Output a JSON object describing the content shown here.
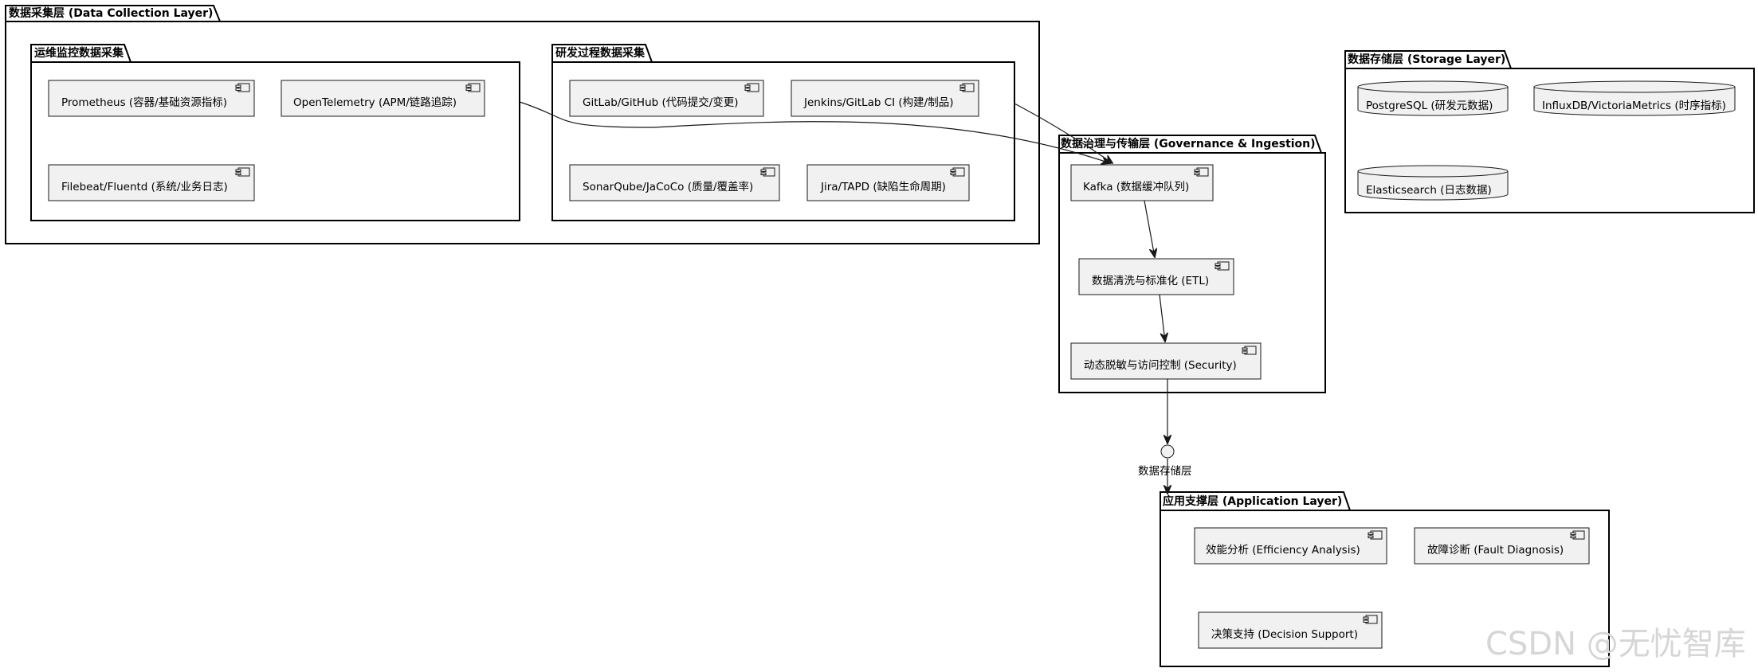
{
  "packages": {
    "collection": {
      "title": "数据采集层 (Data Collection Layer)"
    },
    "ops": {
      "title": "运维监控数据采集"
    },
    "dev": {
      "title": "研发过程数据采集"
    },
    "governance": {
      "title": "数据治理与传输层 (Governance & Ingestion)"
    },
    "storage": {
      "title": "数据存储层 (Storage Layer)"
    },
    "application": {
      "title": "应用支撑层 (Application Layer)"
    }
  },
  "components": {
    "prometheus": "Prometheus (容器/基础资源指标)",
    "opentelemetry": "OpenTelemetry (APM/链路追踪)",
    "filebeat": "Filebeat/Fluentd (系统/业务日志)",
    "gitlab": "GitLab/GitHub (代码提交/变更)",
    "jenkins": "Jenkins/GitLab CI (构建/制品)",
    "sonarqube": "SonarQube/JaCoCo (质量/覆盖率)",
    "jira": "Jira/TAPD (缺陷生命周期)",
    "kafka": "Kafka (数据缓冲队列)",
    "etl": "数据清洗与标准化 (ETL)",
    "security": "动态脱敏与访问控制 (Security)",
    "efficiency": "效能分析 (Efficiency Analysis)",
    "fault": "故障诊断 (Fault Diagnosis)",
    "decision": "决策支持 (Decision Support)"
  },
  "databases": {
    "postgres": "PostgreSQL (研发元数据)",
    "influx": "InfluxDB/VictoriaMetrics (时序指标)",
    "elastic": "Elasticsearch (日志数据)"
  },
  "interface": {
    "label": "数据存储层"
  },
  "watermark": "CSDN @无忧智库"
}
